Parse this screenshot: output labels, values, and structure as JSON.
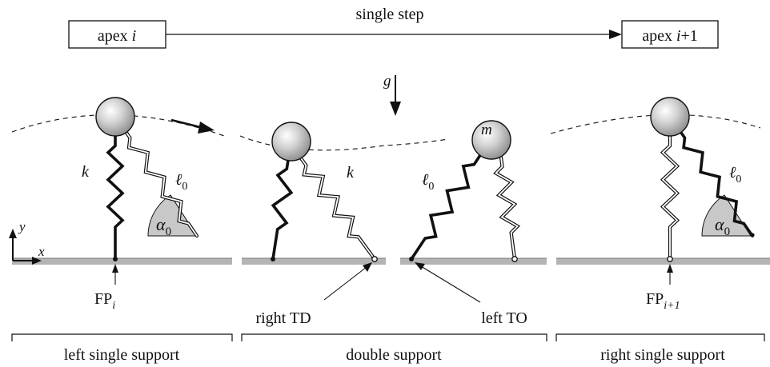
{
  "header": {
    "apex_start": {
      "text": "apex ",
      "var": "i"
    },
    "apex_end": {
      "text": "apex ",
      "var": "i",
      "suffix": "+1"
    },
    "step_label": "single step"
  },
  "symbols": {
    "gravity": "g",
    "mass": "m",
    "stiffness": "k",
    "rest_length": "ℓ",
    "rest_length_sub": "0",
    "angle": "α",
    "angle_sub": "0",
    "axis_x": "x",
    "axis_y": "y"
  },
  "annotations": {
    "fp_start": {
      "text": "FP",
      "sub": "i"
    },
    "fp_end": {
      "text": "FP",
      "sub": "i+1"
    },
    "right_td": "right TD",
    "left_to": "left TO"
  },
  "phases": {
    "left_single": "left single support",
    "double": "double support",
    "right_single": "right single support"
  },
  "colors": {
    "ink": "#111111",
    "ground": "#b4b4b4",
    "ground_edge": "#7a7a7a",
    "mass_fill": "#c8c8c8",
    "angle_fill": "#c8c8c8"
  }
}
